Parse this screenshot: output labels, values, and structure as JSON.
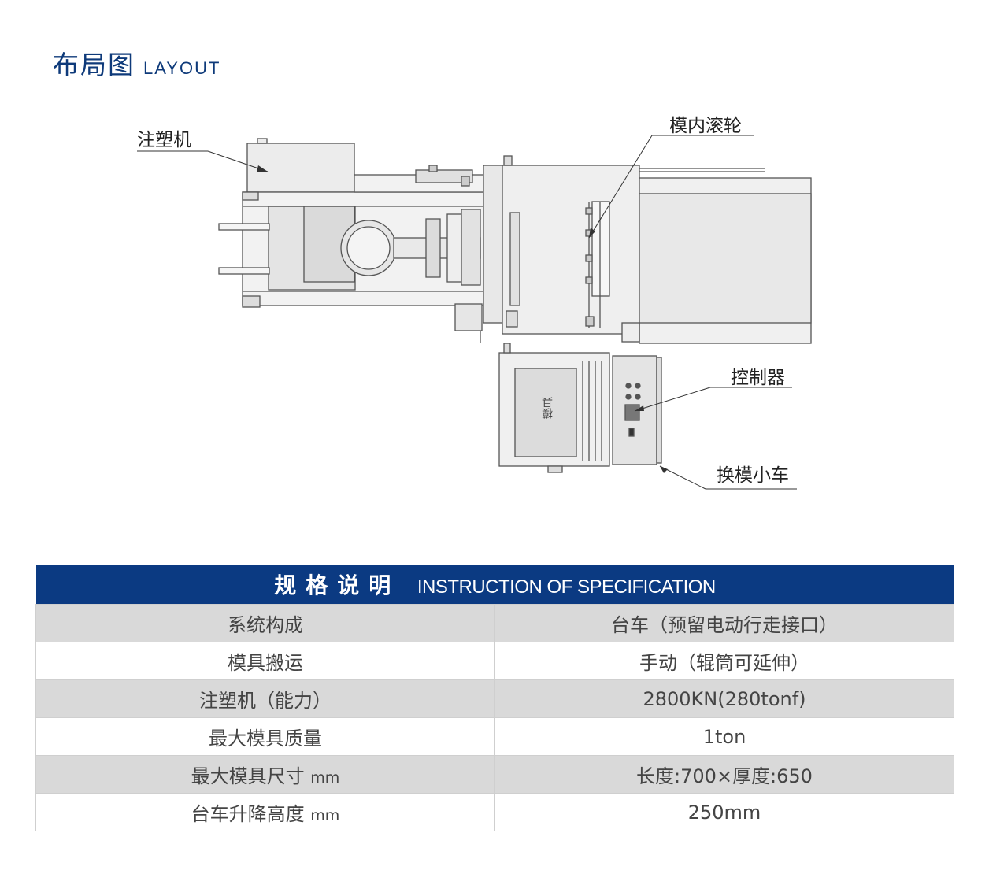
{
  "header": {
    "title_zh": "布局图",
    "title_en": "LAYOUT"
  },
  "diagram": {
    "labels": {
      "injection_machine": "注塑机",
      "mold_roller": "模内滚轮",
      "controller": "控制器",
      "mold_cart": "换模小车",
      "mold": "模具"
    }
  },
  "spec": {
    "title_zh": "规格说明",
    "title_en": "INSTRUCTION OF SPECIFICATION",
    "rows": [
      {
        "key": "系统构成",
        "unit": "",
        "value": "台车（预留电动行走接口）"
      },
      {
        "key": "模具搬运",
        "unit": "",
        "value": "手动（辊筒可延伸）"
      },
      {
        "key": "注塑机（能力）",
        "unit": "",
        "value": "2800KN(280tonf)"
      },
      {
        "key": "最大模具质量",
        "unit": "",
        "value": "1ton"
      },
      {
        "key": "最大模具尺寸",
        "unit": "mm",
        "value": "长度:700×厚度:650"
      },
      {
        "key": "台车升降高度",
        "unit": "mm",
        "value": "250mm"
      }
    ]
  }
}
